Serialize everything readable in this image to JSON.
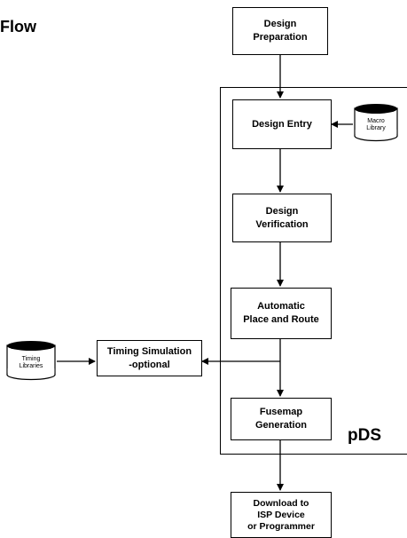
{
  "page": {
    "title": "Flow"
  },
  "boundary": {
    "label": "pDS"
  },
  "steps": {
    "design_preparation": "Design\nPreparation",
    "design_entry": "Design Entry",
    "design_verification": "Design\nVerification",
    "place_and_route": "Automatic\nPlace and Route",
    "fusemap_generation": "Fusemap\nGeneration",
    "download": "Download to\nISP Device\nor  Programmer",
    "timing_simulation": "Timing Simulation\n-optional"
  },
  "libraries": {
    "macro": "Macro\nLibrary",
    "timing": "Timing\nLibraries"
  }
}
